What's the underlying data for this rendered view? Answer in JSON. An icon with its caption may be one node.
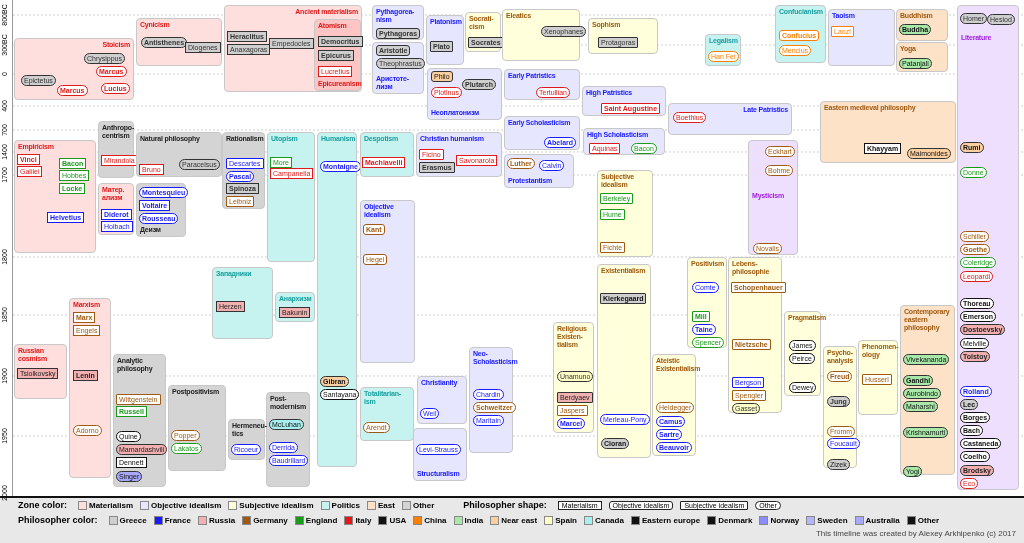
{
  "diagram": {
    "nodes": [
      {
        "text": [
          "Stoicism"
        ]
      },
      {
        "text": [
          "Chrysippus"
        ],
        "in": 0
      },
      {
        "text": [
          "Marcus"
        ],
        "in": 0
      },
      {
        "text": [
          "Epictetus"
        ],
        "in": 0
      },
      {
        "text": [
          "Marcus"
        ],
        "in": 0
      },
      {
        "text": [
          "Lucius"
        ],
        "in": 0
      },
      {
        "text": [
          "Cynicism"
        ]
      },
      {
        "text": [
          "Antisthenes"
        ],
        "in": 6
      },
      {
        "text": [
          "Diogenes"
        ],
        "in": 6
      },
      {
        "text": [
          "Ancient materialism"
        ]
      },
      {
        "text": [
          "Heraclitus"
        ],
        "in": 9
      },
      {
        "text": [
          "Anaxagoras"
        ],
        "in": 9
      },
      {
        "text": [
          "Empedocles"
        ],
        "in": 9
      },
      {
        "text": [
          "Atomism",
          "Epicureanism"
        ],
        "in": 9
      },
      {
        "text": [
          "Democritus"
        ],
        "in": 13
      },
      {
        "text": [
          "Epicurus"
        ],
        "in": 13
      },
      {
        "text": [
          "Lucretius"
        ],
        "in": 13
      },
      {
        "text": [
          "Pythagorea- nism"
        ]
      },
      {
        "text": [
          "Pythagoras"
        ],
        "in": 17
      },
      {
        "text": [
          "Аристоте- лизм"
        ]
      },
      {
        "text": [
          "Aristotle"
        ],
        "in": 19
      },
      {
        "text": [
          "Theophrastus"
        ],
        "in": 19
      },
      {
        "text": [
          "Platonism"
        ]
      },
      {
        "text": [
          "Plato"
        ],
        "in": 22
      },
      {
        "text": [
          "Socrati- cism"
        ]
      },
      {
        "text": [
          "Socrates"
        ],
        "in": 24
      },
      {
        "text": [
          "Eleatics"
        ]
      },
      {
        "text": [
          "Xenophanes"
        ],
        "in": 26
      },
      {
        "text": [
          "Sophism"
        ]
      },
      {
        "text": [
          "Protagoras"
        ],
        "in": 28
      },
      {
        "text": [
          "Неоплатонизм"
        ]
      },
      {
        "text": [
          "Philo"
        ],
        "in": 30
      },
      {
        "text": [
          "Plotinus"
        ],
        "in": 30
      },
      {
        "text": [
          "Plutarch"
        ],
        "in": 30
      },
      {
        "text": [
          "Early Patristics"
        ]
      },
      {
        "text": [
          "Tertullian"
        ],
        "in": 34
      },
      {
        "text": [
          "High Patristics"
        ]
      },
      {
        "text": [
          "Saint Augustine"
        ],
        "in": 36
      },
      {
        "text": [
          "Late Patristics"
        ]
      },
      {
        "text": [
          "Boethius"
        ],
        "in": 38
      },
      {
        "text": [
          "Legalism"
        ]
      },
      {
        "text": [
          "Han Fei"
        ],
        "in": 40
      },
      {
        "text": [
          "Confucianism"
        ]
      },
      {
        "text": [
          "Confucius"
        ],
        "in": 42
      },
      {
        "text": [
          "Mencius"
        ],
        "in": 42
      },
      {
        "text": [
          "Taoism"
        ]
      },
      {
        "text": [
          "Laozi"
        ],
        "in": 45
      },
      {
        "text": [
          "Buddhism"
        ]
      },
      {
        "text": [
          "Buddha"
        ],
        "in": 47
      },
      {
        "text": [
          "Yoga"
        ]
      },
      {
        "text": [
          "Patanjali"
        ],
        "in": 49
      },
      {
        "text": [
          "Literature"
        ]
      },
      {
        "text": [
          "Homer"
        ],
        "in": 51
      },
      {
        "text": [
          "Hesiod"
        ],
        "in": 51
      },
      {
        "text": [
          "Rumi"
        ],
        "in": 51
      },
      {
        "text": [
          "Donne"
        ],
        "in": 51
      },
      {
        "text": [
          "Schiller"
        ],
        "in": 51
      },
      {
        "text": [
          "Goethe"
        ],
        "in": 51
      },
      {
        "text": [
          "Coleridge"
        ],
        "in": 51
      },
      {
        "text": [
          "Leopardi"
        ],
        "in": 51
      },
      {
        "text": [
          "Thoreau"
        ],
        "in": 51
      },
      {
        "text": [
          "Emerson"
        ],
        "in": 51
      },
      {
        "text": [
          "Dostoevsky"
        ],
        "in": 51
      },
      {
        "text": [
          "Melville"
        ],
        "in": 51
      },
      {
        "text": [
          "Tolstoy"
        ],
        "in": 51
      },
      {
        "text": [
          "Rolland"
        ],
        "in": 51
      },
      {
        "text": [
          "Lec"
        ],
        "in": 51
      },
      {
        "text": [
          "Borges"
        ],
        "in": 51
      },
      {
        "text": [
          "Bach"
        ],
        "in": 51
      },
      {
        "text": [
          "Castaneda"
        ],
        "in": 51
      },
      {
        "text": [
          "Coelho"
        ],
        "in": 51
      },
      {
        "text": [
          "Brodsky"
        ],
        "in": 51
      },
      {
        "text": [
          "Eco"
        ],
        "in": 51
      },
      {
        "text": [
          "Early Scholasticism"
        ]
      },
      {
        "text": [
          "Abelard"
        ],
        "in": 73
      },
      {
        "text": [
          "High Scholasticism"
        ]
      },
      {
        "text": [
          "Aquinas"
        ],
        "in": 75
      },
      {
        "text": [
          "Bacon"
        ],
        "in": 75
      },
      {
        "text": [
          "Eastern medieval philosophy"
        ]
      },
      {
        "text": [
          "Khayyam"
        ],
        "in": 78
      },
      {
        "text": [
          "Maimonides"
        ],
        "in": 78
      },
      {
        "text": [
          "Anthropo- centrism"
        ]
      },
      {
        "text": [
          "Mirandola"
        ],
        "in": 81
      },
      {
        "text": [
          "Empiricism"
        ]
      },
      {
        "text": [
          "Vinci"
        ],
        "in": 83
      },
      {
        "text": [
          "Galilei"
        ],
        "in": 83
      },
      {
        "text": [
          "Bacon"
        ],
        "in": 83
      },
      {
        "text": [
          "Hobbes"
        ],
        "in": 83
      },
      {
        "text": [
          "Locke"
        ],
        "in": 83
      },
      {
        "text": [
          "Helvetius"
        ],
        "in": 83
      },
      {
        "text": [
          "Natural philosophy"
        ]
      },
      {
        "text": [
          "Bruno"
        ],
        "in": 90
      },
      {
        "text": [
          "Paracelsus"
        ],
        "in": 90
      },
      {
        "text": [
          "Rationalism"
        ]
      },
      {
        "text": [
          "Descartes"
        ],
        "in": 93
      },
      {
        "text": [
          "Pascal"
        ],
        "in": 93
      },
      {
        "text": [
          "Spinoza"
        ],
        "in": 93
      },
      {
        "text": [
          "Leibniz"
        ],
        "in": 93
      },
      {
        "text": [
          "Utopism"
        ]
      },
      {
        "text": [
          "More"
        ],
        "in": 98
      },
      {
        "text": [
          "Campanella"
        ],
        "in": 98
      },
      {
        "text": [
          "Humanism"
        ]
      },
      {
        "text": [
          "Montaigne"
        ],
        "in": 101
      },
      {
        "text": [
          "Gibran"
        ],
        "in": 101
      },
      {
        "text": [
          "Santayana"
        ],
        "in": 101
      },
      {
        "text": [
          "Despotism"
        ]
      },
      {
        "text": [
          "Machiavelli"
        ],
        "in": 105
      },
      {
        "text": [
          "Christian humanism"
        ]
      },
      {
        "text": [
          "Ficino"
        ],
        "in": 107
      },
      {
        "text": [
          "Erasmus"
        ],
        "in": 107
      },
      {
        "text": [
          "Savonarola"
        ],
        "in": 107
      },
      {
        "text": [
          "Protestantism"
        ]
      },
      {
        "text": [
          "Luther"
        ],
        "in": 111
      },
      {
        "text": [
          "Calvin"
        ],
        "in": 111
      },
      {
        "text": [
          "Mysticism"
        ]
      },
      {
        "text": [
          "Eckhart"
        ],
        "in": 114
      },
      {
        "text": [
          "Bohme"
        ],
        "in": 114
      },
      {
        "text": [
          "Novalis"
        ],
        "in": 114
      },
      {
        "text": [
          "Матер. ализм"
        ]
      },
      {
        "text": [
          "Diderot"
        ],
        "in": 118
      },
      {
        "text": [
          "Holbach"
        ],
        "in": 118
      },
      {
        "text": [
          "Деизм"
        ]
      },
      {
        "text": [
          "Montesquieu"
        ],
        "in": 121
      },
      {
        "text": [
          "Voltaire"
        ],
        "in": 121
      },
      {
        "text": [
          "Rousseau"
        ],
        "in": 121
      },
      {
        "text": [
          "Subjective idealism"
        ]
      },
      {
        "text": [
          "Berkeley"
        ],
        "in": 125
      },
      {
        "text": [
          "Hume"
        ],
        "in": 125
      },
      {
        "text": [
          "Fichte"
        ],
        "in": 125
      },
      {
        "text": [
          "Objective idealism"
        ]
      },
      {
        "text": [
          "Kant"
        ],
        "in": 129
      },
      {
        "text": [
          "Hegel"
        ],
        "in": 129
      },
      {
        "text": [
          "Positivism"
        ]
      },
      {
        "text": [
          "Comte"
        ],
        "in": 132
      },
      {
        "text": [
          "Mill"
        ],
        "in": 132
      },
      {
        "text": [
          "Taine"
        ],
        "in": 132
      },
      {
        "text": [
          "Spencer"
        ],
        "in": 132
      },
      {
        "text": [
          "Lebens- philosophie"
        ]
      },
      {
        "text": [
          "Schopenhauer"
        ],
        "in": 137
      },
      {
        "text": [
          "Nietzsche"
        ],
        "in": 137
      },
      {
        "text": [
          "Bergson"
        ],
        "in": 137
      },
      {
        "text": [
          "Spengler"
        ],
        "in": 137
      },
      {
        "text": [
          "Gasset"
        ],
        "in": 137
      },
      {
        "text": [
          "Existentialism"
        ]
      },
      {
        "text": [
          "Kierkegaard"
        ],
        "in": 143
      },
      {
        "text": [
          "Merleau-Pony"
        ],
        "in": 143
      },
      {
        "text": [
          "Cioran"
        ],
        "in": 143
      },
      {
        "text": [
          "Западники"
        ]
      },
      {
        "text": [
          "Herzen"
        ],
        "in": 147
      },
      {
        "text": [
          "Анархизм"
        ]
      },
      {
        "text": [
          "Bakunin"
        ],
        "in": 149
      },
      {
        "text": [
          "Marxism"
        ]
      },
      {
        "text": [
          "Marx"
        ],
        "in": 151
      },
      {
        "text": [
          "Engels"
        ],
        "in": 151
      },
      {
        "text": [
          "Lenin"
        ],
        "in": 151
      },
      {
        "text": [
          "Adorno"
        ],
        "in": 151
      },
      {
        "text": [
          "Pragmatism"
        ]
      },
      {
        "text": [
          "James"
        ],
        "in": 156
      },
      {
        "text": [
          "Peirce"
        ],
        "in": 156
      },
      {
        "text": [
          "Dewey"
        ],
        "in": 156
      },
      {
        "text": [
          "Contemporary eastern philosophy"
        ]
      },
      {
        "text": [
          "Vivekananda"
        ],
        "in": 160
      },
      {
        "text": [
          "Gandhi"
        ],
        "in": 160
      },
      {
        "text": [
          "Aurobindo"
        ],
        "in": 160
      },
      {
        "text": [
          "Maharshi"
        ],
        "in": 160
      },
      {
        "text": [
          "Krishnamurti"
        ],
        "in": 160
      },
      {
        "text": [
          "Yogi"
        ],
        "in": 160
      },
      {
        "text": [
          "Phenomen- ology"
        ]
      },
      {
        "text": [
          "Husserl"
        ],
        "in": 167
      },
      {
        "text": [
          "Russian cosmism"
        ]
      },
      {
        "text": [
          "Tsiolkovsky"
        ],
        "in": 169
      },
      {
        "text": [
          "Religious Existen- tialism"
        ]
      },
      {
        "text": [
          "Unamuno"
        ],
        "in": 171
      },
      {
        "text": [
          "Berdyaev"
        ],
        "in": 171
      },
      {
        "text": [
          "Jaspers"
        ],
        "in": 171
      },
      {
        "text": [
          "Marcel"
        ],
        "in": 171
      },
      {
        "text": [
          "Psycho- analysis"
        ]
      },
      {
        "text": [
          "Freud"
        ],
        "in": 176
      },
      {
        "text": [
          "Jung"
        ],
        "in": 176
      },
      {
        "text": [
          "Fromm"
        ],
        "in": 176
      },
      {
        "text": [
          "Foucault"
        ],
        "in": 176
      },
      {
        "text": [
          "Zizek"
        ],
        "in": 176
      },
      {
        "text": [
          "Neo- Scholasticism"
        ]
      },
      {
        "text": [
          "Chardin"
        ],
        "in": 182
      },
      {
        "text": [
          "Schweitzer"
        ],
        "in": 182
      },
      {
        "text": [
          "Maritain"
        ],
        "in": 182
      },
      {
        "text": [
          "Ateistic Existentialism"
        ]
      },
      {
        "text": [
          "Heidegger"
        ],
        "in": 186
      },
      {
        "text": [
          "Camus"
        ],
        "in": 186
      },
      {
        "text": [
          "Sartre"
        ],
        "in": 186
      },
      {
        "text": [
          "Beauvoir"
        ],
        "in": 186
      },
      {
        "text": [
          "Analytic philosophy"
        ]
      },
      {
        "text": [
          "Wittgenstein"
        ],
        "in": 191
      },
      {
        "text": [
          "Russell"
        ],
        "in": 191
      },
      {
        "text": [
          "Quine"
        ],
        "in": 191
      },
      {
        "text": [
          "Mamardashvili"
        ],
        "in": 191
      },
      {
        "text": [
          "Dennett"
        ],
        "in": 191
      },
      {
        "text": [
          "Singer"
        ],
        "in": 191
      },
      {
        "text": [
          "Christianity"
        ]
      },
      {
        "text": [
          "Weil"
        ],
        "in": 198
      },
      {
        "text": [
          "Totalitarian- ism"
        ]
      },
      {
        "text": [
          "Arendt"
        ],
        "in": 200
      },
      {
        "text": [
          "Postpositivism"
        ]
      },
      {
        "text": [
          "Popper"
        ],
        "in": 202
      },
      {
        "text": [
          "Lakatos"
        ],
        "in": 202
      },
      {
        "text": [
          "Post- modernism"
        ]
      },
      {
        "text": [
          "McLuhan"
        ],
        "in": 205
      },
      {
        "text": [
          "Derrida"
        ],
        "in": 205
      },
      {
        "text": [
          "Baudrillard"
        ],
        "in": 205
      },
      {
        "text": [
          "Hermeneu- tics"
        ]
      },
      {
        "text": [
          "Ricoeur"
        ],
        "in": 209
      },
      {
        "text": [
          "Structuralism"
        ]
      },
      {
        "text": [
          "Levi-Strauss"
        ],
        "in": 211
      }
    ],
    "labels": [
      "800BC",
      "300BC",
      "0",
      "400",
      "700",
      "1400",
      "1700",
      "1800",
      "1850",
      "1900",
      "1950",
      "2000",
      "Zone color:",
      "Philosopher shape:",
      "Philosopher color:",
      "This timeline was created by Alexey Arkhipenko (c) 2017"
    ],
    "legend": [
      {
        "text": "Materialism",
        "color": "#ffdede"
      },
      {
        "text": "Objective idealism",
        "color": "#e6e6ff"
      },
      {
        "text": "Subjective idealism",
        "color": "#ffffdc"
      },
      {
        "text": "Politics",
        "color": "#c6f2ef"
      },
      {
        "text": "East",
        "color": "#fde2c8"
      },
      {
        "text": "Other",
        "color": "#d4d4d4"
      },
      {
        "text": "Materialism"
      },
      {
        "text": "Objective idealism"
      },
      {
        "text": "Subjective idealism"
      },
      {
        "text": "Other"
      },
      {
        "text": "Greece",
        "color": "#cfcfcf"
      },
      {
        "text": "France",
        "color": "#1a1aff"
      },
      {
        "text": "Russia",
        "color": "#f2b0b0"
      },
      {
        "text": "Germany",
        "color": "#a05a10"
      },
      {
        "text": "England",
        "color": "#1a9a1a"
      },
      {
        "text": "Italy",
        "color": "#e01a1a"
      },
      {
        "text": "USA",
        "color": "#111111"
      },
      {
        "text": "China",
        "color": "#ff8000"
      },
      {
        "text": "India",
        "color": "#a8e8a8"
      },
      {
        "text": "Near east",
        "color": "#fbd0a0"
      },
      {
        "text": "Spain",
        "color": "#ffffc8"
      },
      {
        "text": "Canada",
        "color": "#a8f0f0"
      },
      {
        "text": "Eastern europe",
        "color": "#111111"
      },
      {
        "text": "Denmark",
        "color": "#111111"
      },
      {
        "text": "Norway",
        "color": "#8c8cff"
      },
      {
        "text": "Sweden",
        "color": "#b4b4ff"
      },
      {
        "text": "Australia",
        "color": "#a8a8ff"
      },
      {
        "text": "Other",
        "color": "#111111"
      }
    ]
  }
}
